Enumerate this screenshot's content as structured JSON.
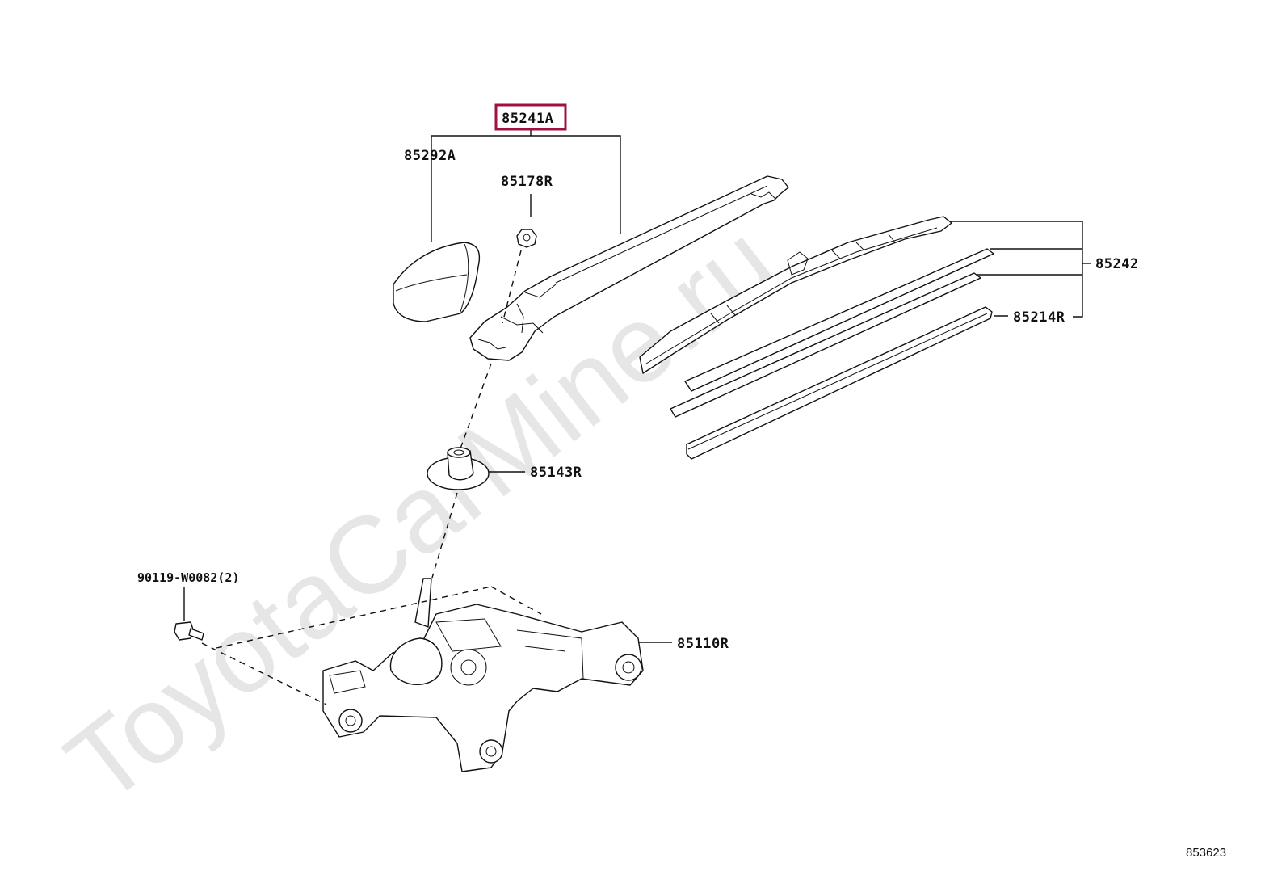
{
  "watermark": "ToyotaCarMine.ru",
  "diagram_id": "853623",
  "highlighted_part": "85241A",
  "parts": {
    "arm_assembly": "85241A",
    "arm_head_cap": "85292A",
    "arm_nut": "85178R",
    "pivot_cap": "85143R",
    "blade": "85242",
    "blade_rubber": "85214R",
    "wiper_motor": "85110R",
    "bolt": "90119-W0082(2)"
  },
  "colors": {
    "highlight": "#a01040",
    "line": "#111111",
    "watermark": "#e6e6e6"
  }
}
